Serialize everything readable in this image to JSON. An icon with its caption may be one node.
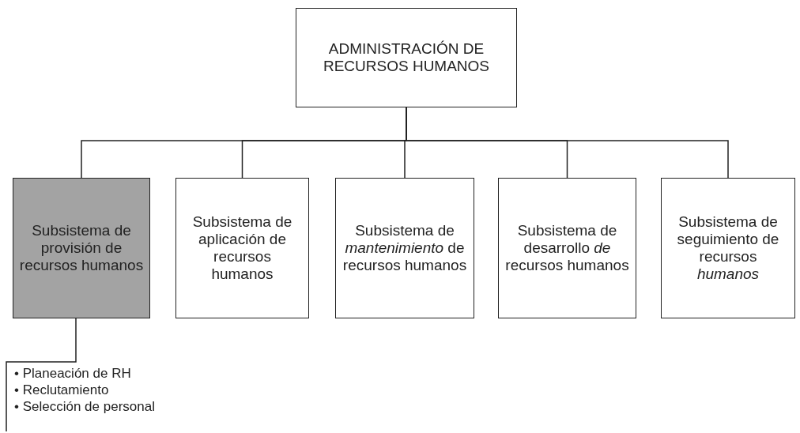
{
  "diagram": {
    "nodes": [
      {
        "text": [
          "ADMINISTRACIÓN DE RECURSOS HUMANOS"
        ]
      },
      {
        "text": [
          "Subsistema de provisión de recursos humanos"
        ]
      },
      {
        "text": [
          "Subsistema de aplicación de recursos humanos"
        ]
      },
      {
        "text": [
          "Subsistema de *mantenimiento* de recursos humanos"
        ]
      },
      {
        "text": [
          "Subsistema de desarrollo *de* recursos humanos"
        ]
      },
      {
        "text": [
          "Subsistema de seguimiento de recursos *humanos*"
        ]
      },
      {
        "text": [
          "• Planeación de RH",
          "• Reclutamiento",
          "• Selección de personal"
        ]
      }
    ],
    "edges": [
      {
        "from": 0,
        "to": 1,
        "arrow": "none"
      },
      {
        "from": 0,
        "to": 2,
        "arrow": "none"
      },
      {
        "from": 0,
        "to": 3,
        "arrow": "none"
      },
      {
        "from": 0,
        "to": 4,
        "arrow": "none"
      },
      {
        "from": 0,
        "to": 5,
        "arrow": "none"
      },
      {
        "from": 1,
        "to": 6,
        "arrow": "none"
      }
    ]
  }
}
